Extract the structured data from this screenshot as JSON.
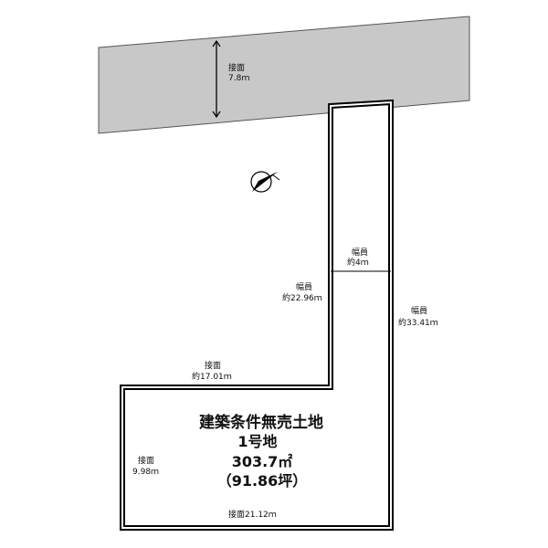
{
  "road": {
    "frontage_label": "接面",
    "frontage_value": "7.8ｍ"
  },
  "labels": {
    "width_upper": "幅員",
    "width_upper_value": "約4ｍ",
    "width_mid": "幅員",
    "width_mid_value": "約22.96ｍ",
    "width_right": "幅員",
    "width_right_value": "約33.41ｍ",
    "frontage_top": "接面",
    "frontage_top_value": "約17.01ｍ",
    "frontage_left": "接面",
    "frontage_left_value": "9.98ｍ",
    "frontage_bottom": "接面21.12ｍ"
  },
  "lot": {
    "title": "建築条件無売土地",
    "number": "1号地",
    "area_sqm": "303.7㎡",
    "area_tsubo": "（91.86坪）"
  },
  "colors": {
    "road": "#c8c8c8",
    "outline": "#000000"
  },
  "compass": "north-arrow-icon"
}
